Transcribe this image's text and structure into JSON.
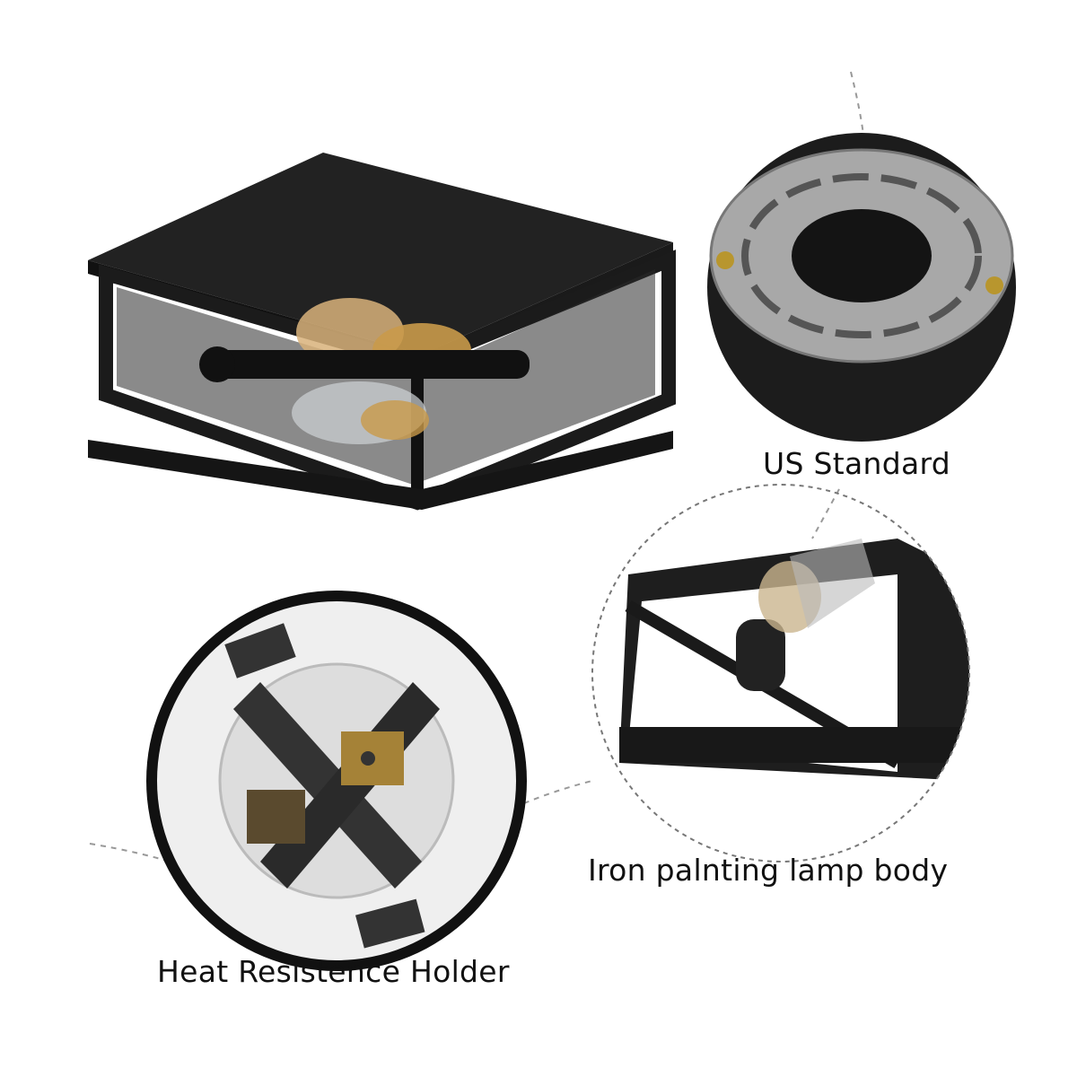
{
  "labels": {
    "us_standard": "US Standard",
    "lamp_body": "Iron palnting lamp body",
    "holder": "Heat Resistence Holder"
  },
  "colors": {
    "metal_black": "#1c1c1c",
    "plate_silver": "#a8a8a8",
    "bulb_amber": "#c99a4a",
    "socket_white": "#eeeeee"
  }
}
